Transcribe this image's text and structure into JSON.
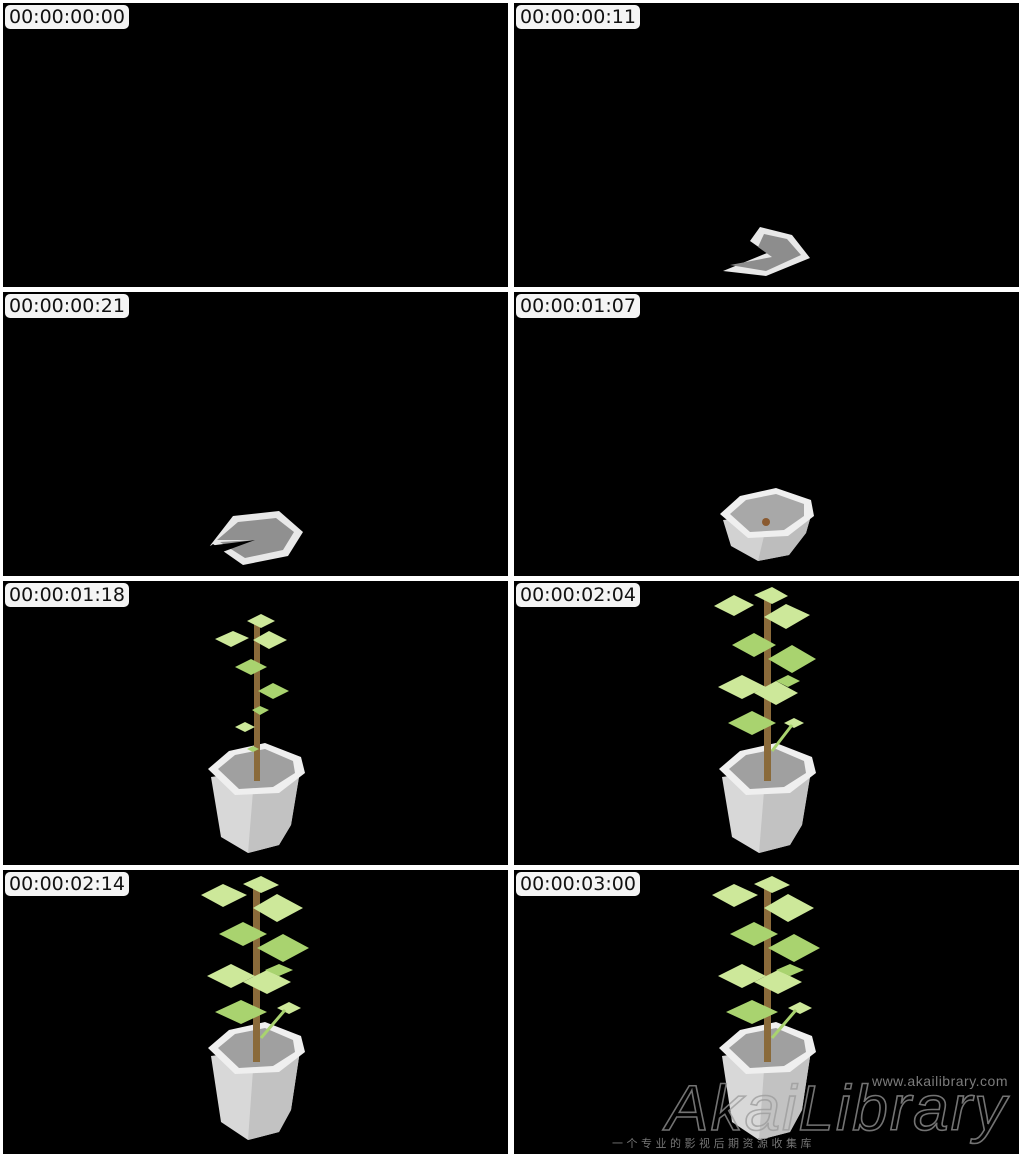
{
  "frames": [
    {
      "timecode": "00:00:00:00",
      "scene": "empty"
    },
    {
      "timecode": "00:00:00:11",
      "scene": "base-small"
    },
    {
      "timecode": "00:00:00:21",
      "scene": "base-large"
    },
    {
      "timecode": "00:00:01:07",
      "scene": "pot-seed"
    },
    {
      "timecode": "00:00:01:18",
      "scene": "plant-young"
    },
    {
      "timecode": "00:00:02:04",
      "scene": "plant-grown"
    },
    {
      "timecode": "00:00:02:14",
      "scene": "plant-full"
    },
    {
      "timecode": "00:00:03:00",
      "scene": "plant-full"
    }
  ],
  "watermark": {
    "url": "www.akailibrary.com",
    "logo": "AkaiLibrary",
    "tagline": "一 个 专 业 的 影 视 后 期 资 源 收 集 库"
  },
  "colors": {
    "frame_bg": "#000000",
    "pot_light": "#e6e6e6",
    "pot_mid": "#cfcfcf",
    "soil": "#9a9a9a",
    "stem": "#8a6a3a",
    "leaf_light": "#cde89a",
    "leaf_dark": "#a9d36f"
  }
}
